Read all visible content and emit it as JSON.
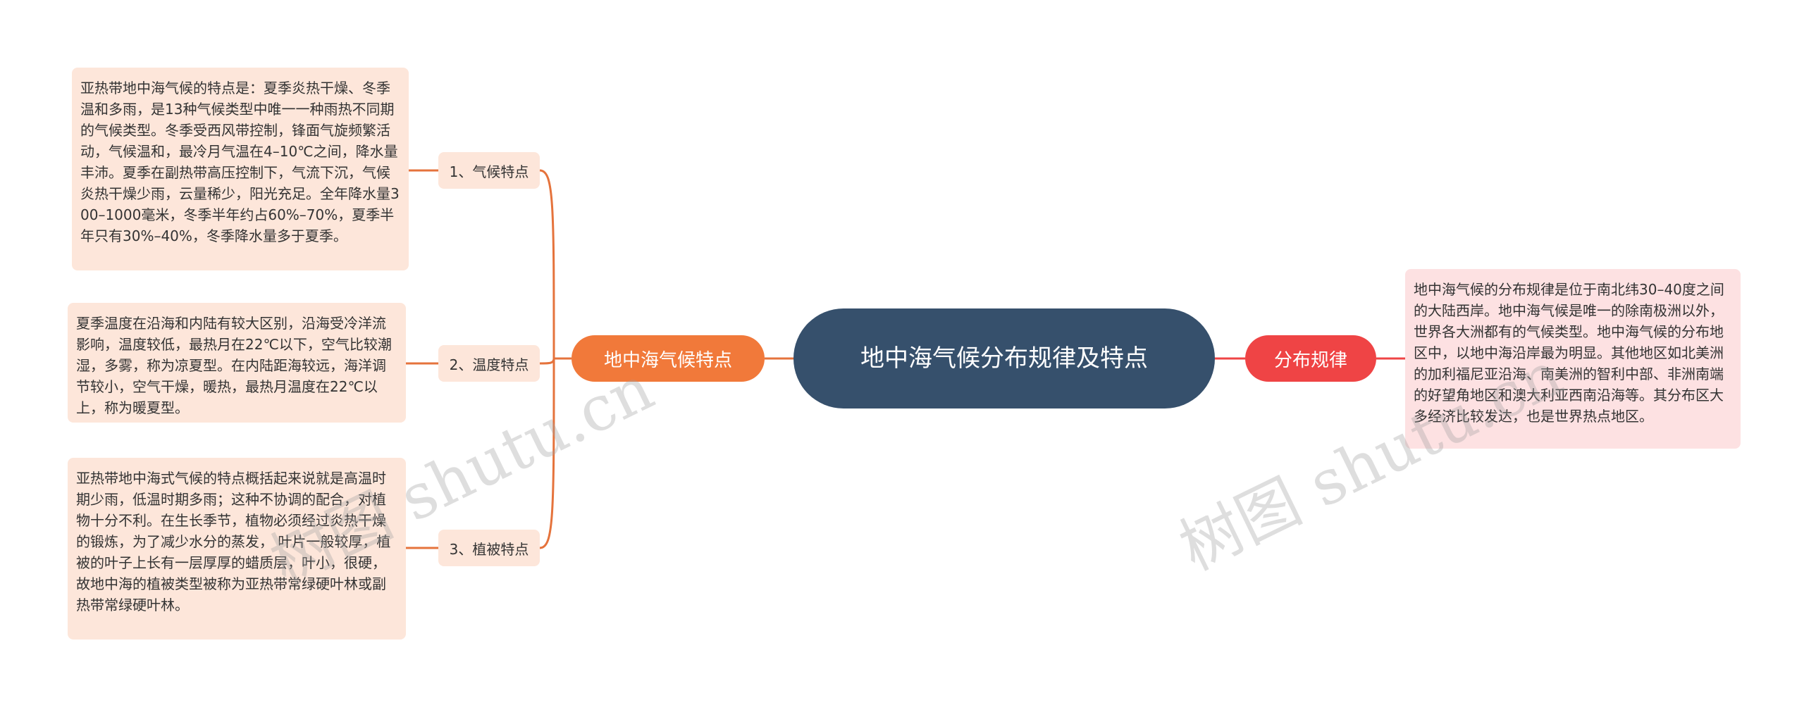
{
  "root": {
    "text": "地中海气候分布规律及特点"
  },
  "left_branch": {
    "label": "地中海气候特点",
    "children": [
      {
        "label": "1、气候特点",
        "detail": "亚热带地中海气候的特点是：夏季炎热干燥、冬季温和多雨，是13种气候类型中唯一一种雨热不同期的气候类型。冬季受西风带控制，锋面气旋频繁活动，气候温和，最冷月气温在4–10℃之间，降水量丰沛。夏季在副热带高压控制下，气流下沉，气候炎热干燥少雨，云量稀少，阳光充足。全年降水量300–1000毫米，冬季半年约占60%–70%，夏季半年只有30%–40%，冬季降水量多于夏季。"
      },
      {
        "label": "2、温度特点",
        "detail": "夏季温度在沿海和内陆有较大区别，沿海受冷洋流影响，温度较低，最热月在22℃以下，空气比较潮湿，多雾，称为凉夏型。在内陆距海较远，海洋调节较小，空气干燥，暖热，最热月温度在22℃以上，称为暖夏型。"
      },
      {
        "label": "3、植被特点",
        "detail": "亚热带地中海式气候的特点概括起来说就是高温时期少雨，低温时期多雨；这种不协调的配合，对植物十分不利。在生长季节，植物必须经过炎热干燥的锻炼，为了减少水分的蒸发， 叶片一般较厚，植被的叶子上长有一层厚厚的蜡质层，叶小，很硬，故地中海的植被类型被称为亚热带常绿硬叶林或副热带常绿硬叶林。"
      }
    ]
  },
  "right_branch": {
    "label": "分布规律",
    "detail": "地中海气候的分布规律是位于南北纬30–40度之间的大陆西岸。地中海气候是唯一的除南极洲以外，世界各大洲都有的气候类型。地中海气候的分布地区中，以地中海沿岸最为明显。其他地区如北美洲的加利福尼亚沿海、南美洲的智利中部、非洲南端的好望角地区和澳大利亚西南沿海等。其分布区大多经济比较发达，也是世界热点地区。"
  },
  "watermark": {
    "text": "树图 shutu.cn"
  },
  "colors": {
    "root_fill": "#36506c",
    "left_branch_fill": "#f1793a",
    "right_branch_fill": "#ef4445",
    "left_node_fill": "#fde6da",
    "right_node_fill": "#fde1e2",
    "left_connector": "#e5733c",
    "right_connector": "#ef4445"
  }
}
